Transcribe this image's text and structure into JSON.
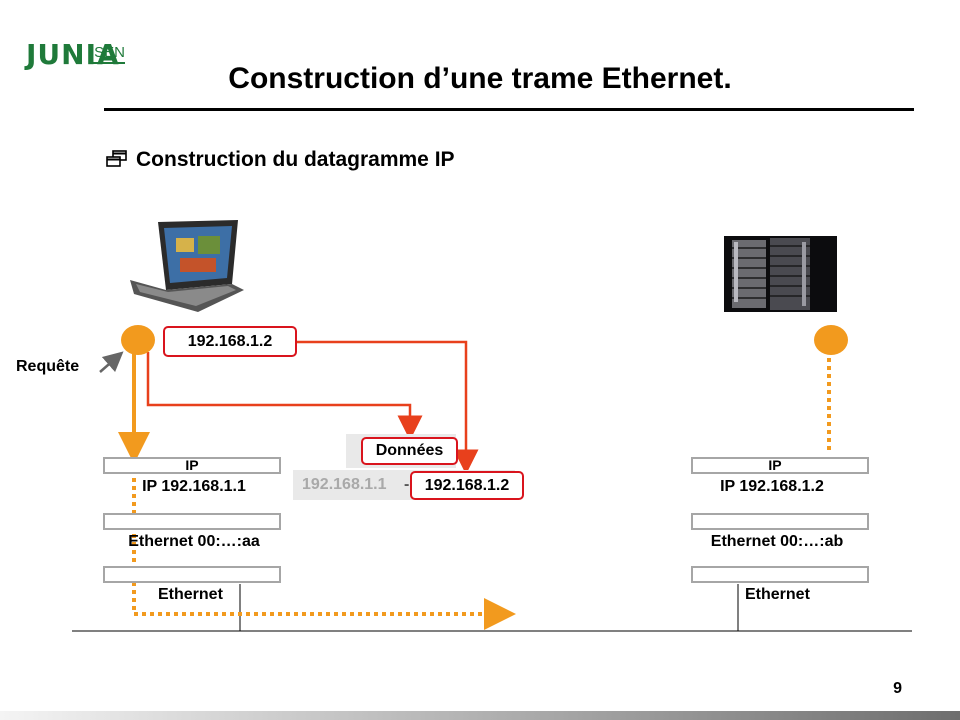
{
  "header": {
    "logo_main": "JUNIA",
    "logo_sub": "ISEN",
    "title": "Construction d’une trame Ethernet.",
    "subtitle": "Construction du datagramme IP",
    "page_number": "9"
  },
  "diagram": {
    "request_label": "Requête",
    "packet": {
      "dest_ip_top": "192.168.1.2",
      "data_label": "Données",
      "src_ip": "192.168.1.1",
      "dest_ip": "192.168.1.2"
    },
    "left_host": {
      "ip_layer_label": "IP",
      "ip_address": "IP 192.168.1.1",
      "ethernet_address": "Ethernet 00:…:aa",
      "ethernet_label": "Ethernet"
    },
    "right_host": {
      "ip_layer_label": "IP",
      "ip_address": "IP 192.168.1.2",
      "ethernet_address": "Ethernet 00:…:ab",
      "ethernet_label": "Ethernet"
    },
    "colors": {
      "orange": "#f29a1e",
      "red": "#d9141d",
      "arrow_red": "#e8401c"
    },
    "icons": {
      "laptop": "laptop-icon",
      "server": "server-rack-icon",
      "bullet": "window-bullet-icon"
    }
  }
}
